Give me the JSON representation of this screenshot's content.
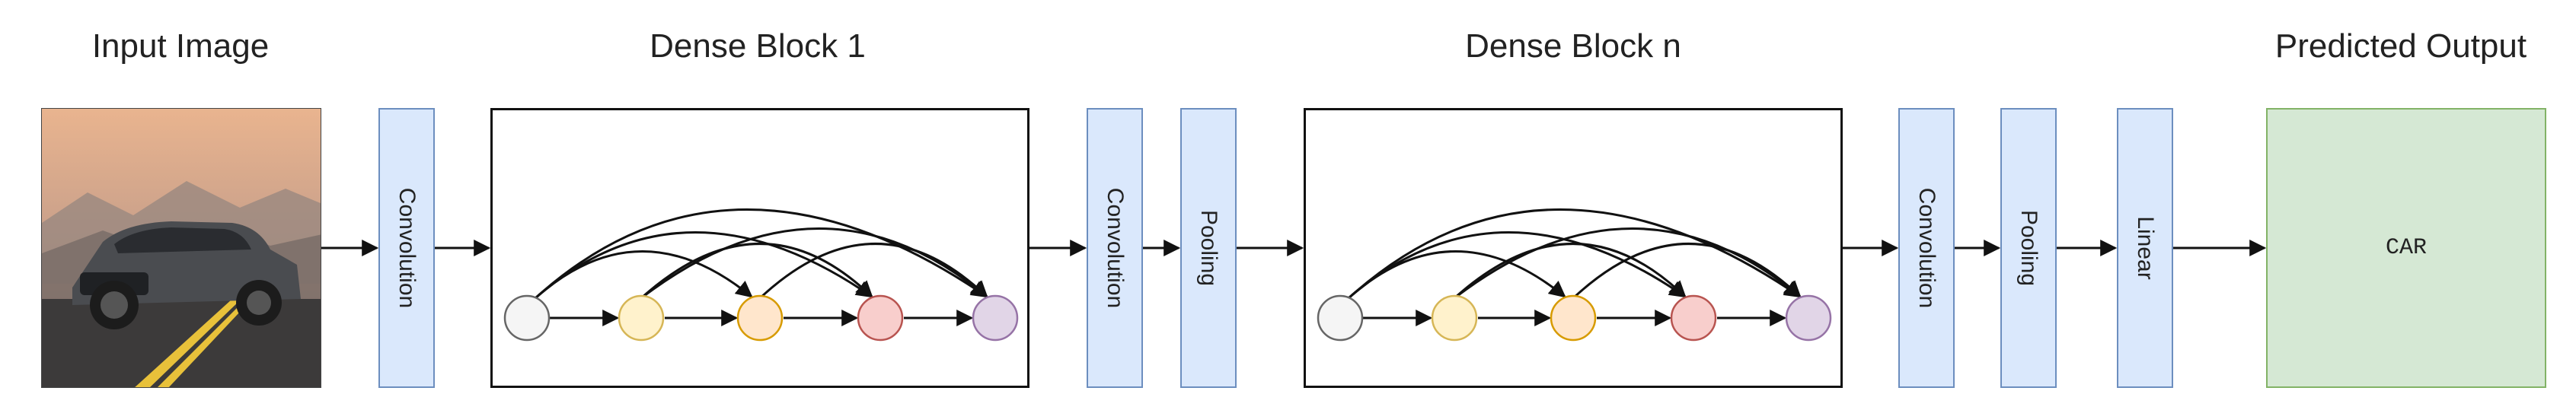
{
  "headers": {
    "input_image": "Input Image",
    "dense_block_1": "Dense Block 1",
    "dense_block_n": "Dense Block n",
    "predicted_output": "Predicted Output"
  },
  "layers": {
    "conv1": "Convolution",
    "conv2": "Convolution",
    "pool1": "Pooling",
    "conv3": "Convolution",
    "pool2": "Pooling",
    "linear": "Linear"
  },
  "output_value": "CAR",
  "node_colors": {
    "n0": "#f5f5f5",
    "n1": "#fff2cc",
    "n2": "#ffe6cc",
    "n3": "#f8cecc",
    "n4": "#e1d5e7"
  },
  "colors": {
    "layer_fill": "#dae8fc",
    "layer_stroke": "#6c8ebf",
    "output_fill": "#d5e8d4",
    "output_stroke": "#82b366"
  }
}
